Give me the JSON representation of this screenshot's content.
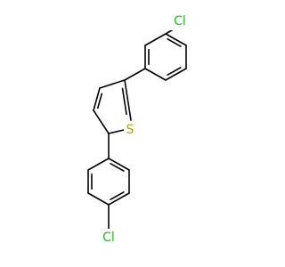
{
  "molecule": {
    "atoms": {
      "cl_top": "Cl",
      "sulfur": "S",
      "cl_bottom": "Cl"
    },
    "colors": {
      "bond": "#000000",
      "chlorine": "#1fbf1f",
      "sulfur": "#b8a000",
      "background": "#ffffff"
    }
  }
}
